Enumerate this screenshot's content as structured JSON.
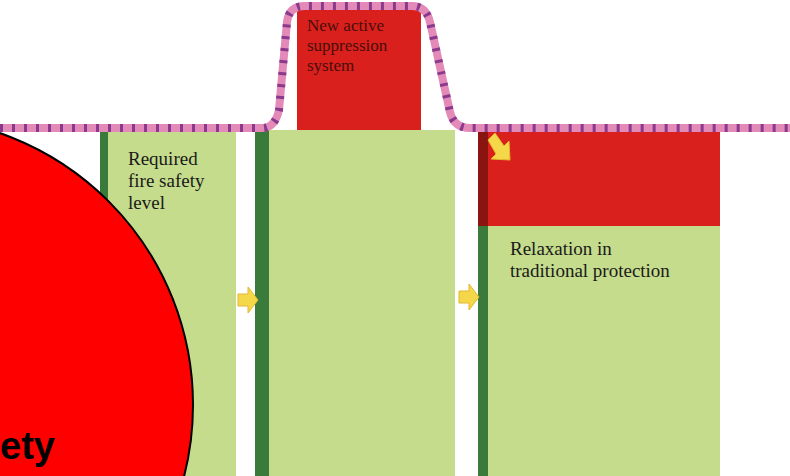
{
  "diagram": {
    "nodes": [
      {
        "text": [
          "Required fire safety level"
        ]
      },
      {
        "text": [
          "New active suppression system"
        ]
      },
      {
        "text": [
          "Relaxation in traditional protection"
        ]
      }
    ],
    "labels": [
      "ety"
    ]
  }
}
